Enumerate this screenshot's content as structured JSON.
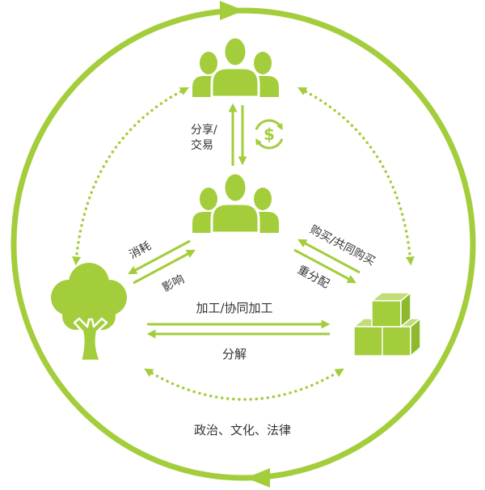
{
  "colors": {
    "accent": "#a3cd3b",
    "accent_light": "#c0dd78",
    "accent_dark": "#8cb92d",
    "text": "#333333",
    "background": "#ffffff"
  },
  "icons": {
    "top_group": "people-group-icon",
    "middle_group": "people-group-icon",
    "exchange": "dollar-cycle-icon",
    "nature": "tree-icon",
    "goods": "cubes-icon"
  },
  "exchange": {
    "label_line1": "分享/",
    "label_line2": "交易",
    "dollar_symbol": "$"
  },
  "left_link": {
    "upper_label": "消耗",
    "lower_label": "影响"
  },
  "right_link": {
    "upper_label": "购买/共同购买",
    "lower_label": "重分配"
  },
  "bottom_link": {
    "upper_label": "加工/协同加工",
    "lower_label": "分解"
  },
  "outer_label": "政治、文化、法律"
}
